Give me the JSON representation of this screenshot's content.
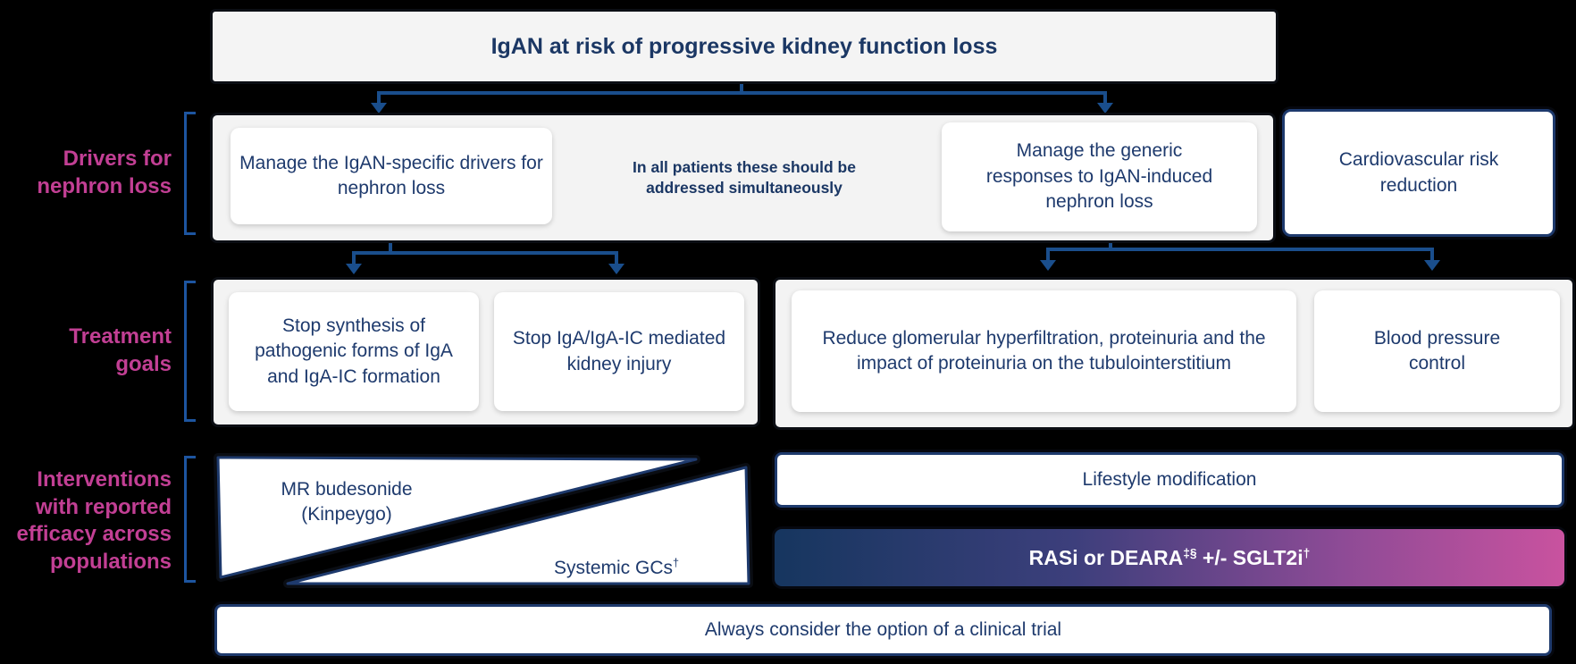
{
  "header": {
    "title": "IgAN at risk of progressive kidney function loss"
  },
  "row_labels": {
    "drivers": "Drivers for\nnephron loss",
    "goals": "Treatment\ngoals",
    "interventions": "Interventions\nwith reported\nefficacy across\npopulations"
  },
  "drivers_row": {
    "igan_specific": "Manage the IgAN-specific drivers for nephron loss",
    "note": "In all patients these should be addressed simultaneously",
    "generic_responses": "Manage the generic responses to IgAN-induced nephron loss",
    "cardiovascular": "Cardiovascular risk reduction"
  },
  "goals_row": {
    "stop_synthesis": "Stop synthesis of pathogenic forms of IgA and IgA-IC formation",
    "stop_injury": "Stop IgA/IgA-IC mediated kidney injury",
    "reduce_hyperfiltration": "Reduce glomerular hyperfiltration, proteinuria and the impact of proteinuria on the tubulointerstitium",
    "blood_pressure": "Blood pressure control"
  },
  "interventions_row": {
    "mr_budesonide": "MR budesonide\n(Kinpeygo)",
    "systemic_gcs": {
      "text": "Systemic GCs",
      "sup": "†"
    },
    "lifestyle": "Lifestyle modification",
    "rasi_bar": {
      "part1": "RASi or DEARA",
      "sup1": "‡§",
      "part2": " +/- SGLT2i",
      "sup2": "†"
    }
  },
  "footer": {
    "clinical_trial": "Always consider the option of a clinical trial"
  },
  "colors": {
    "background": "#000000",
    "label_magenta": "#C23F94",
    "text_navy": "#1E3A6D",
    "connector_blue": "#1A4E8C",
    "bracket_blue": "#1D55A0",
    "container_gray": "#F3F3F3",
    "gradient_start": "#16365F",
    "gradient_end": "#C9529F"
  }
}
